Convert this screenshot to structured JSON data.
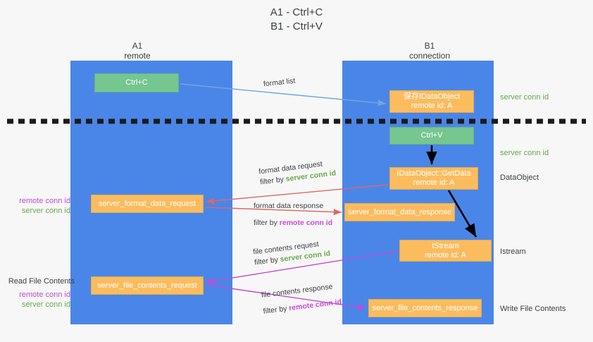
{
  "title": {
    "line1": "A1 - Ctrl+C",
    "line2": "B1 - Ctrl+V"
  },
  "columns": {
    "left": {
      "name": "A1",
      "role": "remote"
    },
    "right": {
      "name": "B1",
      "role": "connection"
    }
  },
  "boxes": {
    "ctrl_c": {
      "label": "Ctrl+C",
      "color": "#76c68f"
    },
    "set_dataobject": {
      "line1": "保存IDataObject",
      "line2": "remote id: A",
      "color": "#fbbc5e"
    },
    "ctrl_v": {
      "label": "Ctrl+V",
      "color": "#76c68f"
    },
    "getdata": {
      "line1": "IDataObject::GetData",
      "line2": "remote id: A",
      "color": "#fbbc5e"
    },
    "format_data_request": {
      "label": "server_format_data_request",
      "color": "#fbbc5e"
    },
    "format_data_response": {
      "label": "server_format_data_response",
      "color": "#fbbc5e"
    },
    "istream": {
      "line1": "IStream",
      "line2": "remote id: A",
      "color": "#fbbc5e"
    },
    "file_contents_request": {
      "label": "server_file_contents_request",
      "color": "#fbbc5e"
    },
    "file_contents_response": {
      "label": "server_file_contents_response",
      "color": "#fbbc5e"
    }
  },
  "edge_labels": {
    "format_list": "format list",
    "format_data_request": {
      "line1": "format data request",
      "prefix": "filter by ",
      "key": "server conn id"
    },
    "format_data_response": {
      "line1": "format data response",
      "prefix": "filter by ",
      "key": "remote conn id"
    },
    "file_contents_request": {
      "line1": "file contents request",
      "prefix": "filter by ",
      "key": "server conn id"
    },
    "file_contents_response": {
      "line1": "file contents response",
      "prefix": "filter by ",
      "key": "remote conn id"
    }
  },
  "annotations": {
    "right": {
      "server_conn_id_top": "server conn id",
      "server_conn_id_mid": "server conn id",
      "dataobject": "DataObject",
      "istream": "Istream",
      "write_file_contents": "Write File Contents"
    },
    "left": {
      "remote_conn_id_1": "remote conn id",
      "server_conn_id_1": "server conn id",
      "read_file_contents": "Read File Contents",
      "remote_conn_id_2": "remote conn id",
      "server_conn_id_2": "server conn id"
    }
  },
  "colors": {
    "lane": "#4a86e8",
    "green_box": "#76c68f",
    "orange_box": "#fbbc5e",
    "green_text": "#6aa84f",
    "purple_text": "#c34bd4",
    "arrow_blue": "#6fa8dc",
    "arrow_red": "#e06666",
    "arrow_magenta": "#c34bd4",
    "arrow_black": "#000000",
    "background": "#f7f7f7"
  }
}
